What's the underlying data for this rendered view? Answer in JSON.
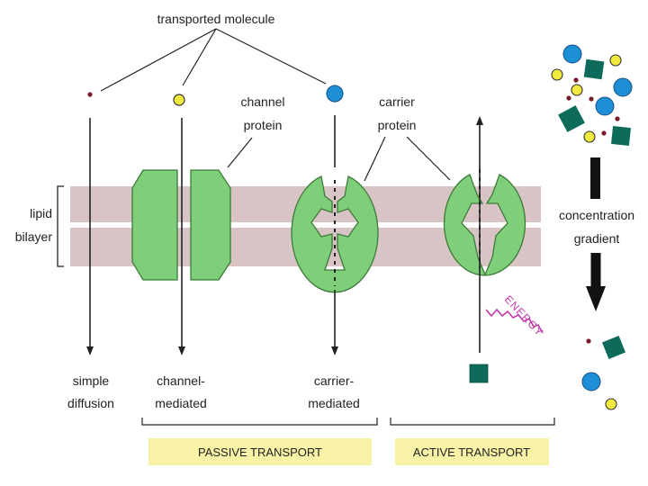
{
  "labels": {
    "transported_molecule": "transported molecule",
    "channel_protein_1": "channel",
    "channel_protein_2": "protein",
    "carrier_protein_1": "carrier",
    "carrier_protein_2": "protein",
    "lipid_bilayer_1": "lipid",
    "lipid_bilayer_2": "bilayer",
    "concentration_gradient_1": "concentration",
    "concentration_gradient_2": "gradient",
    "energy": "ENERGY",
    "simple_diffusion_1": "simple",
    "simple_diffusion_2": "diffusion",
    "channel_mediated_1": "channel-",
    "channel_mediated_2": "mediated",
    "carrier_mediated_1": "carrier-",
    "carrier_mediated_2": "mediated",
    "passive_transport": "PASSIVE TRANSPORT",
    "active_transport": "ACTIVE TRANSPORT"
  },
  "colors": {
    "membrane": "#d8c4c4",
    "protein_fill": "#7fcf7a",
    "protein_stroke": "#3d7a3a",
    "molecule_blue": "#1e8fd6",
    "molecule_yellow": "#f2ea3c",
    "molecule_teal": "#0d6b5c",
    "molecule_dark_dot": "#7a1b2a",
    "label_highlight": "#f7f2a6",
    "energy": "#c23ba8"
  }
}
